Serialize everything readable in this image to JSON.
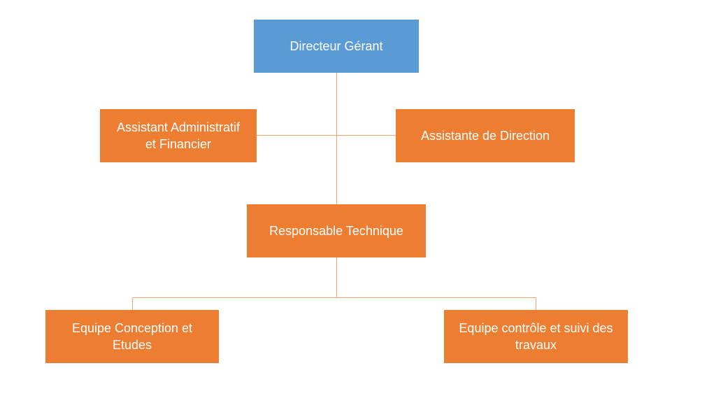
{
  "diagram": {
    "nodes": {
      "director": "Directeur Gérant",
      "admin_assistant_line1": "Assistant Administratif",
      "admin_assistant_line2": "et Financier",
      "direction_assistant": "Assistante de Direction",
      "technical_manager": "Responsable Technique",
      "conception_team_line1": "Equipe Conception et",
      "conception_team_line2": "Etudes",
      "control_team_line1": "Equipe contrôle et suivi des",
      "control_team_line2": "travaux"
    },
    "colors": {
      "director_fill": "#5b9bd5",
      "node_fill": "#ed7d31",
      "connector": "#f2a36f",
      "text": "#ffffff"
    }
  }
}
